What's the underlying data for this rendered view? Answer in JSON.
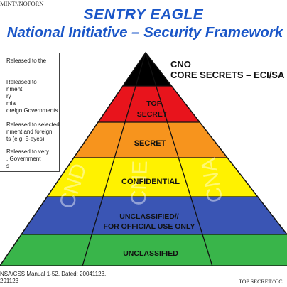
{
  "header": {
    "classification": "MINT//NOFORN",
    "title": "SENTRY EAGLE",
    "subtitle": "National Initiative – Security Framework"
  },
  "legend": {
    "items": [
      "Released to the",
      "Released to\nnment\nry\nmia\noreign Governments",
      "Released to selected\nnment and foreign\nts (e.g. 5-eyes)",
      "Released to very\n. Government\ns"
    ]
  },
  "pyramid": {
    "cno_label": "CNO",
    "core_label": "CORE SECRETS – ECI/SA",
    "levels": [
      {
        "label": "TOP",
        "label2": "SECRET",
        "color": "#e8141c"
      },
      {
        "label": "SECRET",
        "color": "#f7941d"
      },
      {
        "label": "CONFIDENTIAL",
        "color": "#fff200"
      },
      {
        "label": "UNCLASSIFIED//",
        "label2": "FOR OFFICIAL USE ONLY",
        "color": "#3a55b4"
      },
      {
        "label": "UNCLASSIFIED",
        "color": "#39b54a"
      }
    ],
    "apex_color": "#000000",
    "columns": [
      "CND",
      "CNE",
      "CNA"
    ]
  },
  "footer": {
    "source": "NSA/CSS Manual 1-52, Dated: 20041123,\n291123",
    "classification": "TOP SECRET//CC"
  }
}
